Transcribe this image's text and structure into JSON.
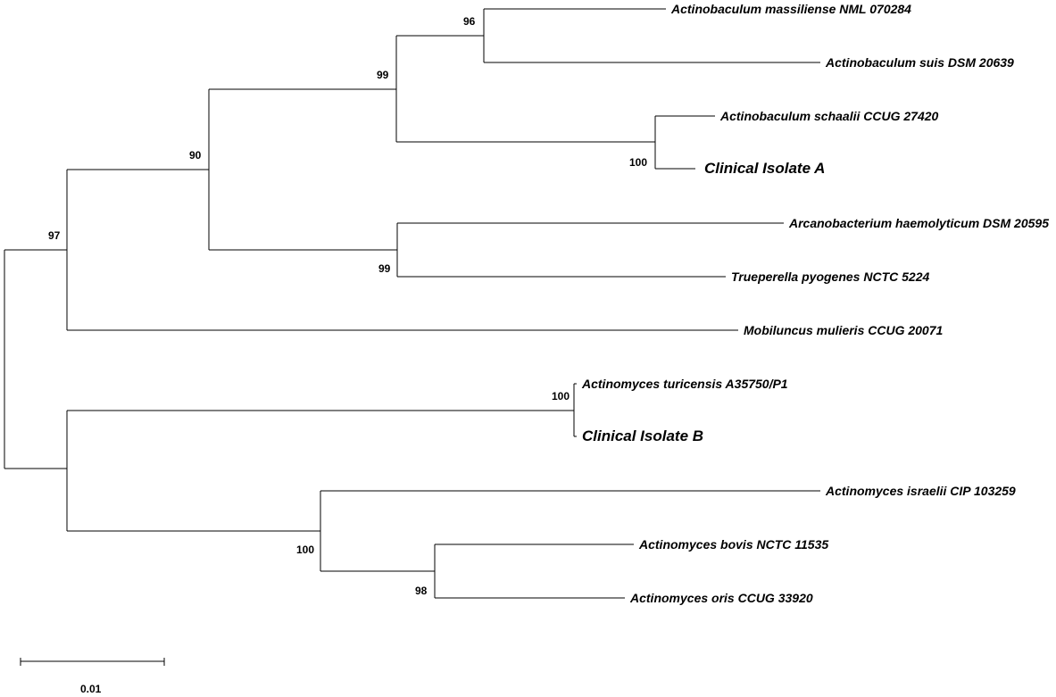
{
  "tree": {
    "taxa": [
      {
        "id": "t1",
        "label": "Actinobaculum massiliense NML 070284",
        "highlight": false
      },
      {
        "id": "t2",
        "label": "Actinobaculum suis DSM 20639",
        "highlight": false
      },
      {
        "id": "t3",
        "label": "Actinobaculum schaalii CCUG 27420",
        "highlight": false
      },
      {
        "id": "t4",
        "label": "Clinical Isolate A",
        "highlight": true
      },
      {
        "id": "t5",
        "label": "Arcanobacterium haemolyticum DSM 20595",
        "highlight": false
      },
      {
        "id": "t6",
        "label": "Trueperella pyogenes NCTC 5224",
        "highlight": false
      },
      {
        "id": "t7",
        "label": "Mobiluncus mulieris CCUG 20071",
        "highlight": false
      },
      {
        "id": "t8",
        "label": "Actinomyces turicensis A35750/P1",
        "highlight": false
      },
      {
        "id": "t9",
        "label": "Clinical Isolate B",
        "highlight": true
      },
      {
        "id": "t10",
        "label": "Actinomyces israelii CIP 103259",
        "highlight": false
      },
      {
        "id": "t11",
        "label": "Actinomyces bovis NCTC 11535",
        "highlight": false
      },
      {
        "id": "t12",
        "label": "Actinomyces oris CCUG 33920",
        "highlight": false
      }
    ],
    "bootstrap_values": [
      {
        "node": "massiliense-suis",
        "value": "96"
      },
      {
        "node": "actinobaculum",
        "value": "99"
      },
      {
        "node": "schaalii-isolate-a",
        "value": "100"
      },
      {
        "node": "actinobaculum-arcanobacterium",
        "value": "90"
      },
      {
        "node": "arcanobacterium-trueperella",
        "value": "99"
      },
      {
        "node": "upper-clade",
        "value": "97"
      },
      {
        "node": "turicensis-isolate-b",
        "value": "100"
      },
      {
        "node": "israelii-bovis-oris",
        "value": "100"
      },
      {
        "node": "bovis-oris",
        "value": "98"
      }
    ],
    "scale_bar": {
      "label": "0.01"
    }
  }
}
